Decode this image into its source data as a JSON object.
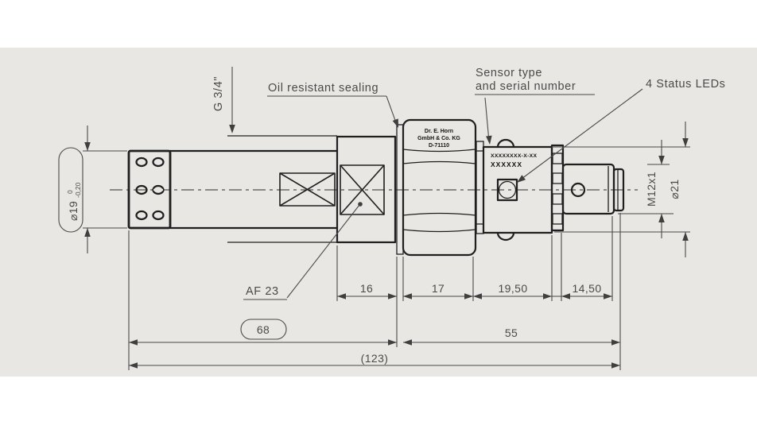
{
  "page": {
    "canvas_background": "#e8e7e4",
    "line_color": "#1f1f1f",
    "dim_color": "#4a4a4a"
  },
  "callouts": {
    "oil_sealing": {
      "label": "Oil resistant sealing"
    },
    "sensor_type": {
      "line1": "Sensor type",
      "line2": "and serial number"
    },
    "status_leds": {
      "label": "4 Status LEDs"
    },
    "af": {
      "label": "AF 23"
    },
    "thread": {
      "label": "G 3/4\""
    }
  },
  "part_markings": {
    "manufacturer": {
      "line1": "Dr. E. Horn",
      "line2": "GmbH & Co. KG",
      "line3": "D-71110"
    },
    "type_serial": {
      "line1": "XXXXXXXX-X-XX",
      "line2": "XXXXXX"
    }
  },
  "dimensions": {
    "probe_diameter": {
      "value": "⌀19",
      "tol_upper": "0",
      "tol_lower": "-0,20"
    },
    "len_16": "16",
    "len_17": "17",
    "len_19_5": "19,50",
    "len_14_5": "14,50",
    "len_68": "68",
    "len_55": "55",
    "len_total": "(123)",
    "conn_thread": "M12x1",
    "body_diameter": "⌀21"
  }
}
